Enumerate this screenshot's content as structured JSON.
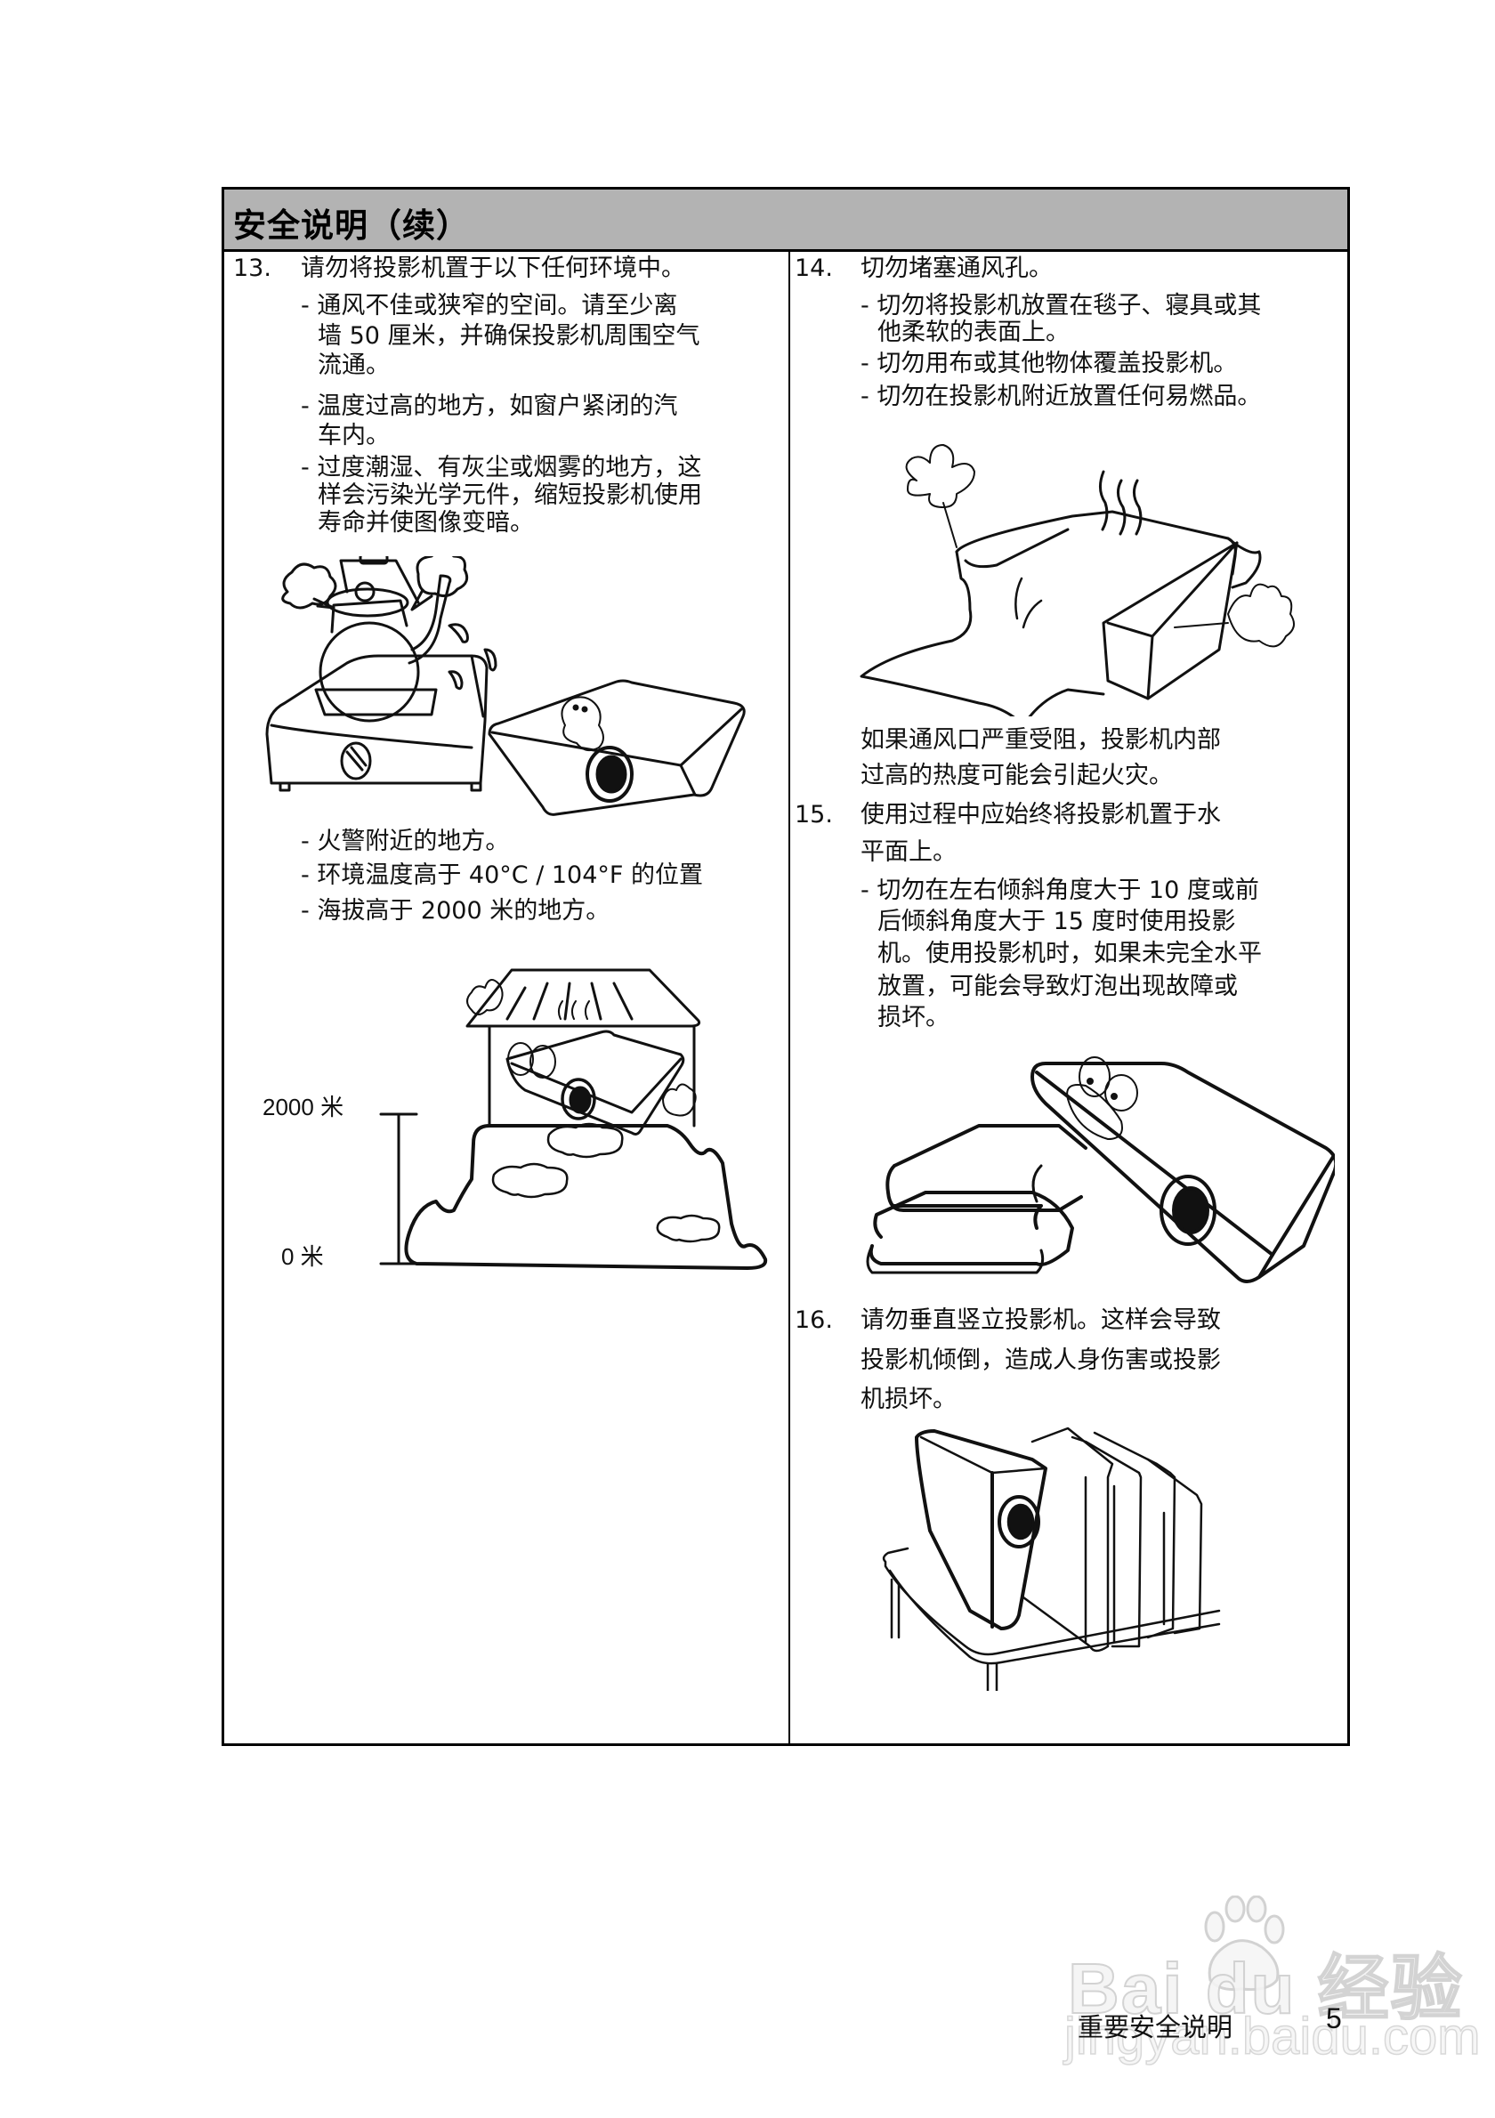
{
  "section": {
    "title": "安全说明（续）"
  },
  "left_column": {
    "item13": {
      "number": "13.",
      "heading": "请勿将投影机置于以下任何环境中。",
      "bullets_top": [
        {
          "lines": [
            "- 通风不佳或狭窄的空间。请至少离",
            "墙 50 厘米，并确保投影机周围空气",
            "流通。"
          ]
        },
        {
          "lines": [
            "- 温度过高的地方，如窗户紧闭的汽",
            "车内。"
          ]
        },
        {
          "lines": [
            "- 过度潮湿、有灰尘或烟雾的地方，这",
            "样会污染光学元件，缩短投影机使用",
            "寿命并使图像变暗。"
          ]
        }
      ],
      "illustration_1": "kettle-steam-projector-illustration",
      "bullets_bottom": [
        "- 火警附近的地方。",
        "- 环境温度高于 40°C / 104°F 的位置",
        "- 海拔高于 2000 米的地方。"
      ],
      "illustration_2": {
        "name": "mountain-altitude-illustration",
        "label_top": "2000 米",
        "label_bottom": "0 米"
      }
    }
  },
  "right_column": {
    "item14": {
      "number": "14.",
      "heading": "切勿堵塞通风孔。",
      "bullets": [
        {
          "lines": [
            "- 切勿将投影机放置在毯子、寝具或其",
            "他柔软的表面上。"
          ]
        },
        {
          "lines": [
            "- 切勿用布或其他物体覆盖投影机。"
          ]
        },
        {
          "lines": [
            "- 切勿在投影机附近放置任何易燃品。"
          ]
        }
      ],
      "illustration": "covered-projector-illustration",
      "note_lines": [
        "如果通风口严重受阻，投影机内部",
        "过高的热度可能会引起火灾。"
      ]
    },
    "item15": {
      "number": "15.",
      "heading_lines": [
        "使用过程中应始终将投影机置于水",
        "平面上。"
      ],
      "bullet_lines": [
        "- 切勿在左右倾斜角度大于 10 度或前",
        "后倾斜角度大于 15 度时使用投影",
        "机。使用投影机时，如果未完全水平",
        "放置，可能会导致灯泡出现故障或",
        "损坏。"
      ],
      "illustration": "tilted-projector-illustration"
    },
    "item16": {
      "number": "16.",
      "heading_lines": [
        "请勿垂直竖立投影机。这样会导致",
        "投影机倾倒，造成人身伤害或投影",
        "机损坏。"
      ],
      "illustration": "upright-projector-books-illustration"
    }
  },
  "footer": {
    "section_name": "重要安全说明",
    "page_number": "5"
  },
  "watermark": {
    "brand": "Bai du 经验",
    "url": "jingyan.baidu.com"
  },
  "colors": {
    "header_bg": "#b3b3b3",
    "border": "#000000",
    "text": "#111111"
  }
}
